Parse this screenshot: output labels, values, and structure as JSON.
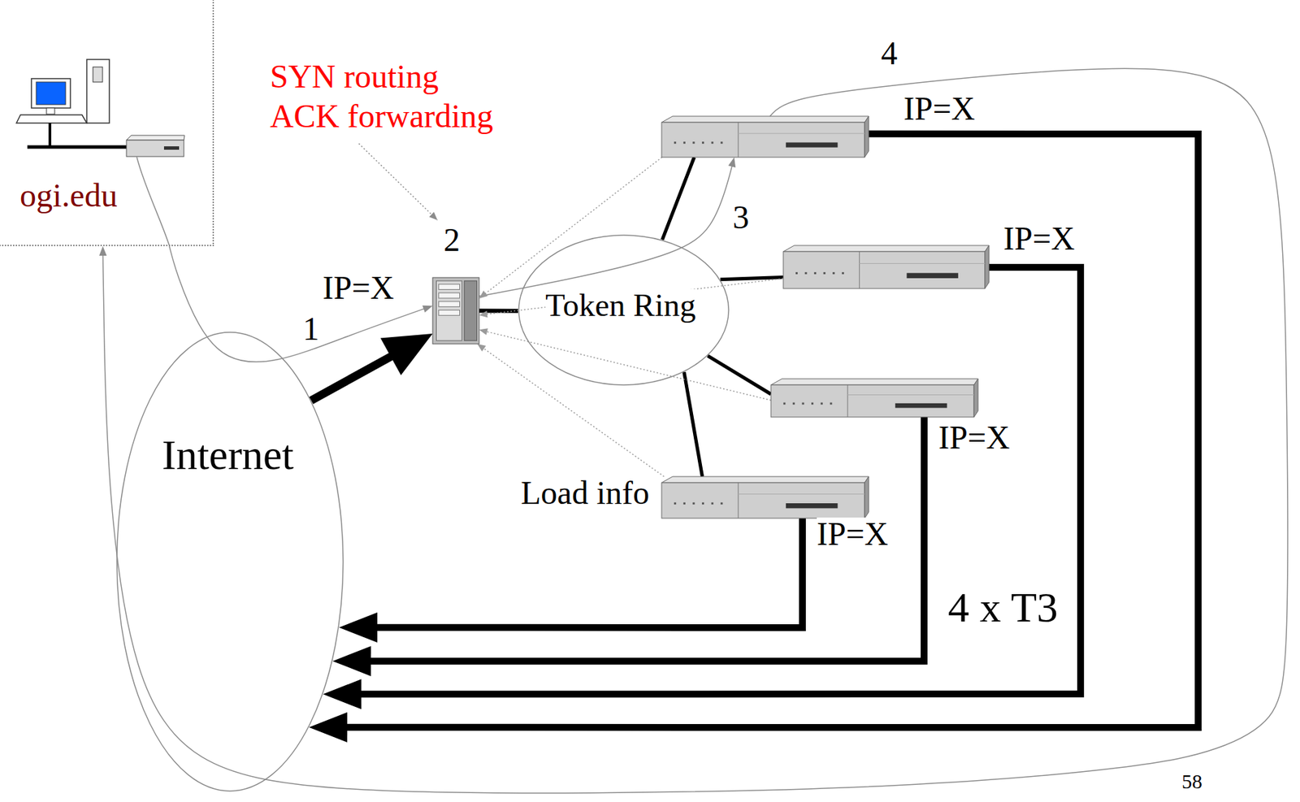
{
  "diagram": {
    "nodes": [
      {
        "text": [
          "ogi.edu"
        ]
      },
      {
        "text": [
          "Internet"
        ]
      },
      {
        "text": [
          "IP=X"
        ]
      },
      {
        "text": [
          "Token Ring"
        ]
      },
      {
        "text": [
          "IP=X"
        ]
      },
      {
        "text": [
          "IP=X"
        ]
      },
      {
        "text": [
          "IP=X"
        ]
      },
      {
        "text": [
          "IP=X"
        ]
      }
    ],
    "edges": [
      {
        "from": 1,
        "to": 2,
        "arrow": "to"
      },
      {
        "from": 0,
        "to": 2,
        "arrow": "to",
        "label": "1"
      },
      {
        "from": 2,
        "to": 3,
        "arrow": "none"
      },
      {
        "from": 2,
        "to": 4,
        "arrow": "to",
        "label": "3"
      },
      {
        "from": 4,
        "to": 0,
        "arrow": "to",
        "label": "4"
      },
      {
        "from": 4,
        "to": 3,
        "arrow": "none"
      },
      {
        "from": 5,
        "to": 3,
        "arrow": "none"
      },
      {
        "from": 6,
        "to": 3,
        "arrow": "none"
      },
      {
        "from": 7,
        "to": 3,
        "arrow": "none"
      },
      {
        "from": 4,
        "to": 2,
        "arrow": "to"
      },
      {
        "from": 5,
        "to": 2,
        "arrow": "to"
      },
      {
        "from": 6,
        "to": 2,
        "arrow": "to"
      },
      {
        "from": 7,
        "to": 2,
        "arrow": "to"
      },
      {
        "from": 7,
        "to": 1,
        "arrow": "to"
      },
      {
        "from": 6,
        "to": 1,
        "arrow": "to"
      },
      {
        "from": 5,
        "to": 1,
        "arrow": "to"
      },
      {
        "from": 4,
        "to": 1,
        "arrow": "to"
      }
    ],
    "labels": [
      "SYN routing ACK forwarding",
      "2",
      "Load info",
      "4 x T3",
      "58"
    ]
  }
}
